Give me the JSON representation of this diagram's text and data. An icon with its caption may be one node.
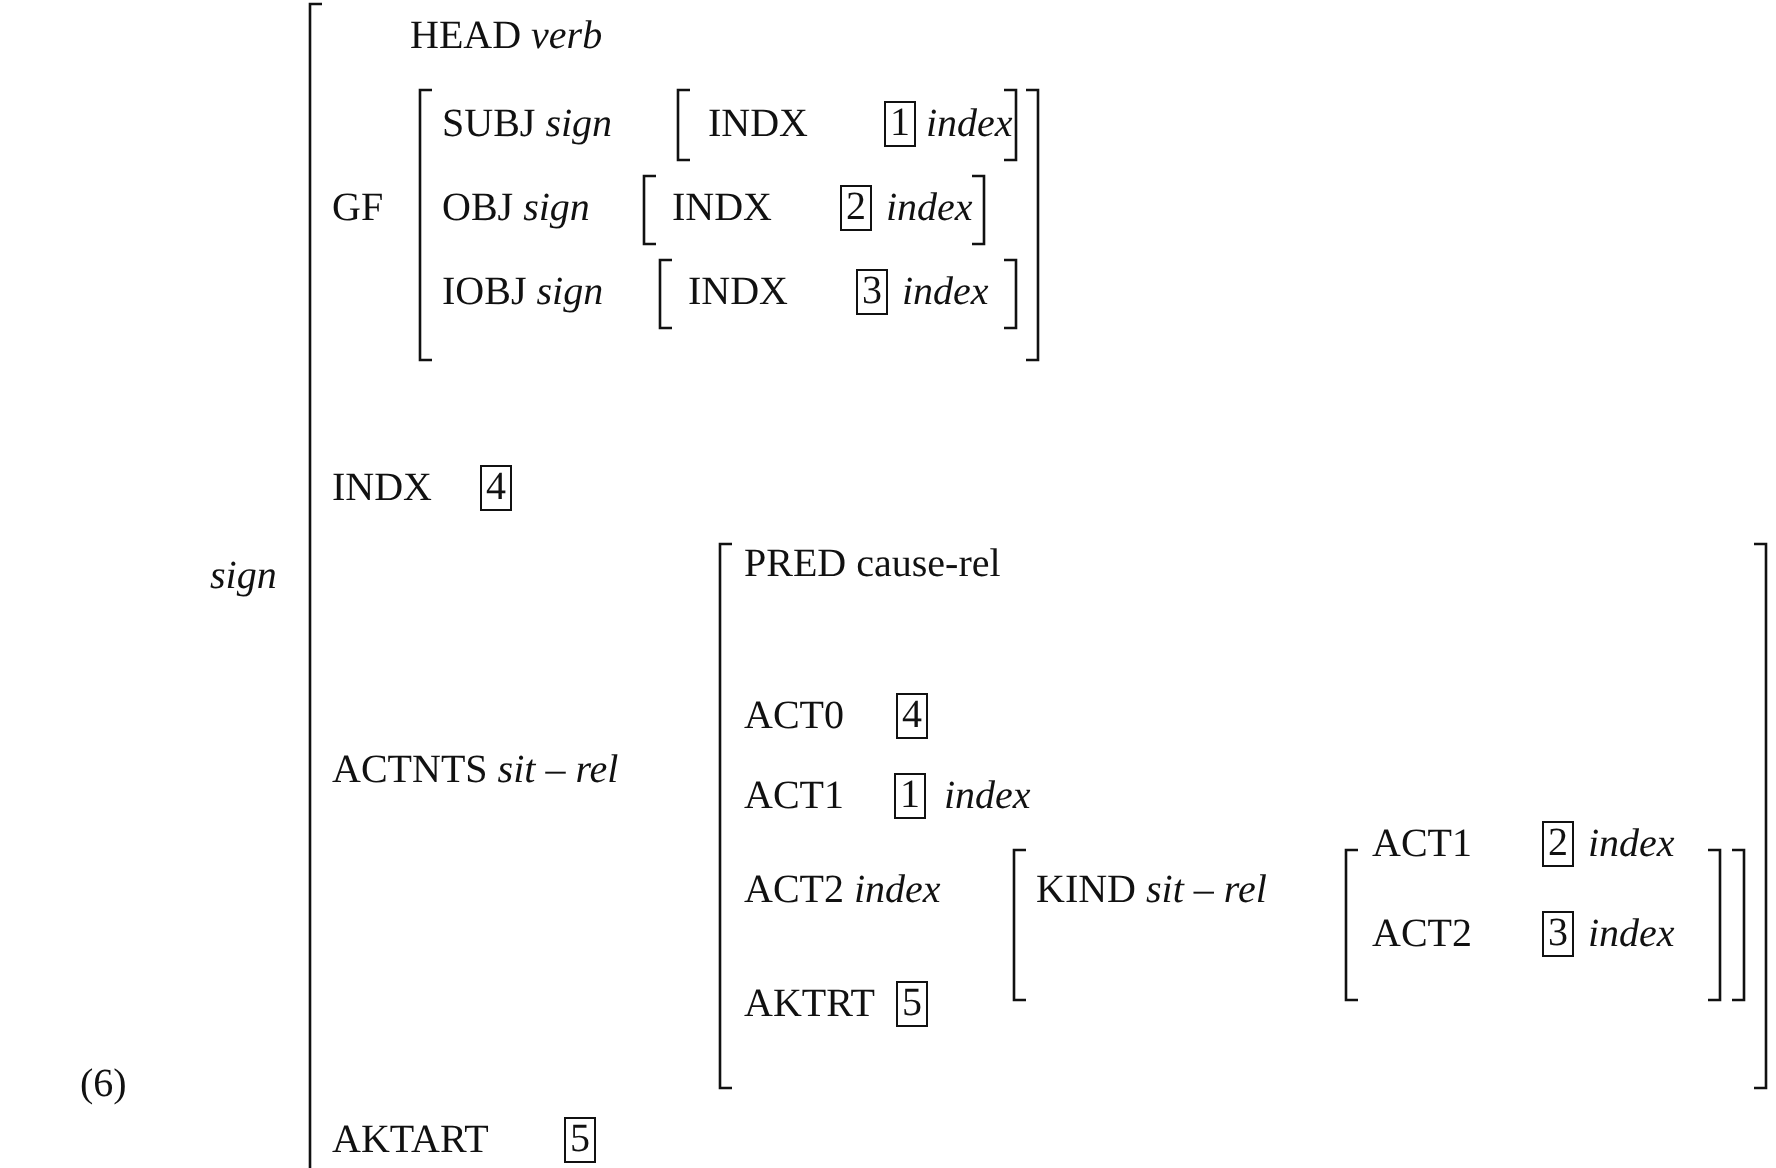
{
  "diagram": {
    "nodes": [
      {
        "text": [
          "1"
        ]
      },
      {
        "text": [
          "2"
        ]
      },
      {
        "text": [
          "3"
        ]
      },
      {
        "text": [
          "4"
        ]
      },
      {
        "text": [
          "4"
        ]
      },
      {
        "text": [
          "1"
        ]
      },
      {
        "text": [
          "2"
        ]
      },
      {
        "text": [
          "3"
        ]
      },
      {
        "text": [
          "5"
        ]
      },
      {
        "text": [
          "5"
        ]
      }
    ],
    "labels": [
      "HEAD *verb*",
      "GF",
      "SUBJ *sign*",
      "INDX",
      "index",
      "OBJ *sign*",
      "INDX",
      "index",
      "IOBJ *sign*",
      "INDX",
      "index",
      "INDX",
      "sign",
      "PRED cause-rel",
      "ACTNTS *sit – rel*",
      "ACT0",
      "ACT1",
      "index",
      "ACT2 *index*",
      "KIND *sit – rel*",
      "ACT1",
      "index",
      "ACT2",
      "index",
      "AKTRT",
      "(6)",
      "AKTART"
    ]
  }
}
